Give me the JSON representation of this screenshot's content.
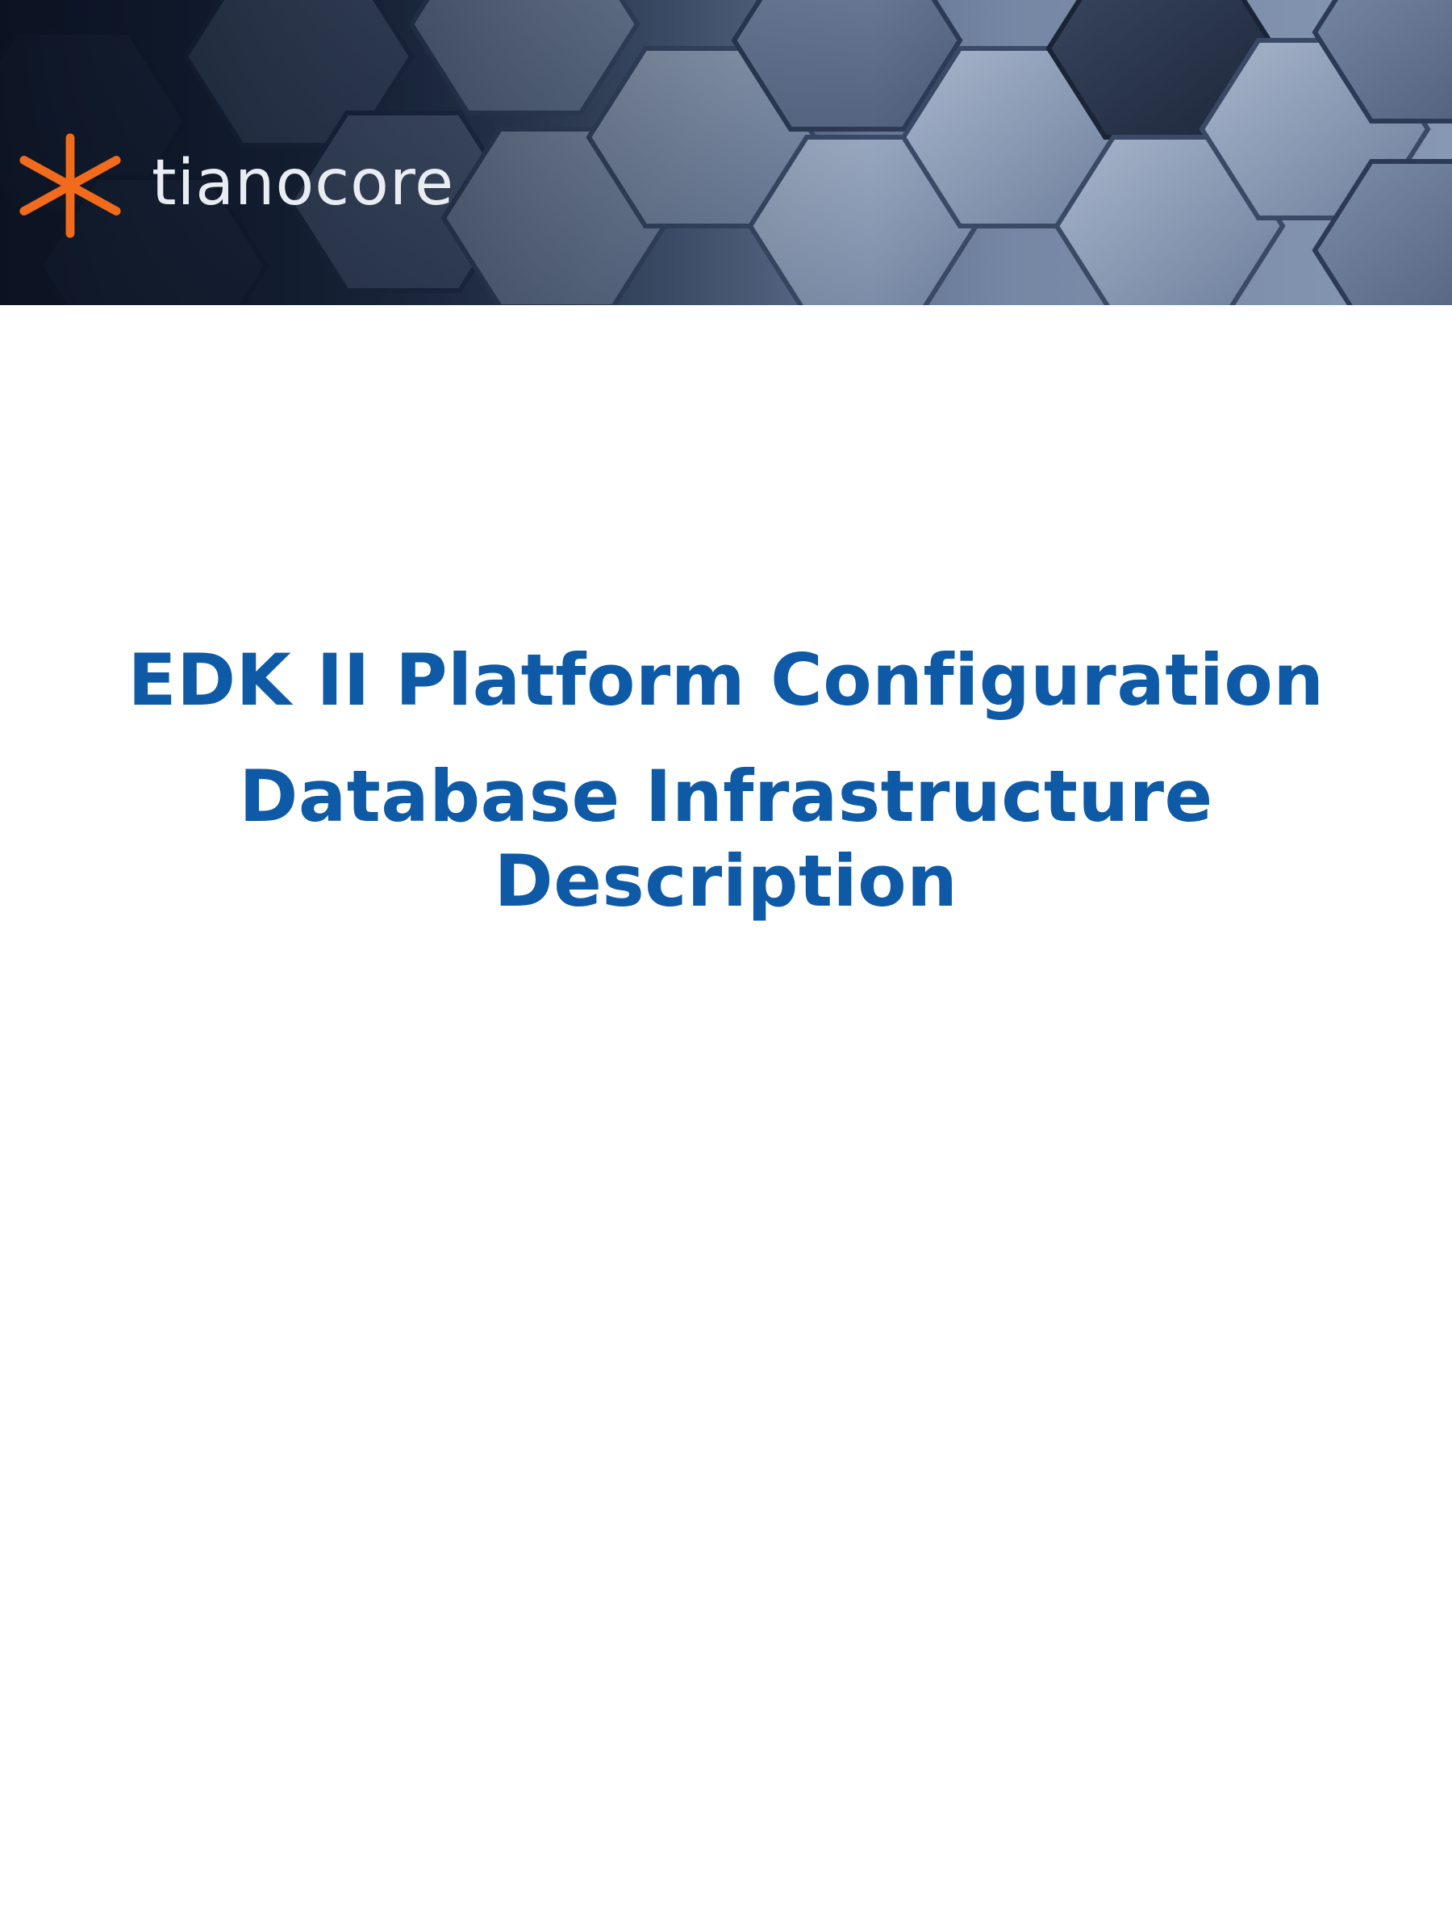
{
  "banner": {
    "logo": {
      "icon": "tianocore-asterisk-icon",
      "text": "tianocore",
      "icon_color": "#f26b1d",
      "text_color": "#e9edf3"
    }
  },
  "title": {
    "lines": [
      "EDK II Platform Configuration",
      "Database Infrastructure",
      "Description"
    ],
    "color": "#0e5aa6"
  }
}
